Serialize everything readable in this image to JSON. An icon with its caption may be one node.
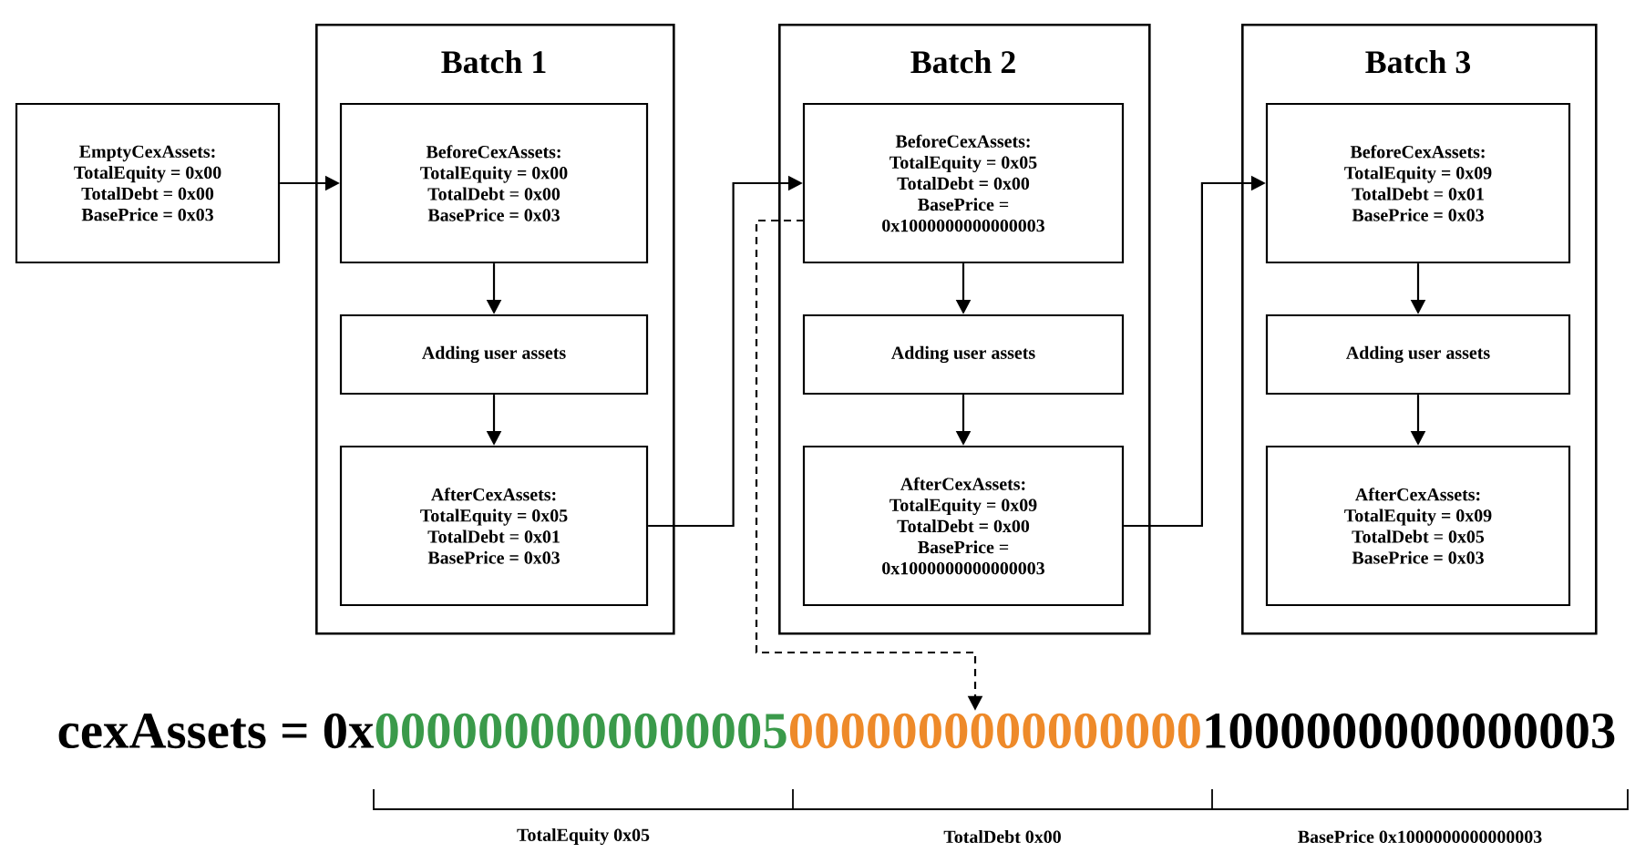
{
  "diagram": {
    "nodes": [
      {
        "text": [
          "EmptyCexAssets:",
          "TotalEquity = 0x00",
          "TotalDebt = 0x00",
          "BasePrice = 0x03"
        ]
      },
      {
        "text": [
          "Batch 1"
        ]
      },
      {
        "text": [
          "BeforeCexAssets:",
          "TotalEquity = 0x00",
          "TotalDebt = 0x00",
          "BasePrice = 0x03"
        ],
        "in": 1
      },
      {
        "text": [
          "Adding user assets"
        ],
        "in": 1
      },
      {
        "text": [
          "AfterCexAssets:",
          "TotalEquity = 0x05",
          "TotalDebt = 0x01",
          "BasePrice = 0x03"
        ],
        "in": 1
      },
      {
        "text": [
          "Batch 2"
        ]
      },
      {
        "text": [
          "BeforeCexAssets:",
          "TotalEquity = 0x05",
          "TotalDebt = 0x00",
          "BasePrice =",
          "0x1000000000000003"
        ],
        "in": 5
      },
      {
        "text": [
          "Adding user assets"
        ],
        "in": 5
      },
      {
        "text": [
          "AfterCexAssets:",
          "TotalEquity = 0x09",
          "TotalDebt = 0x00",
          "BasePrice =",
          "0x1000000000000003"
        ],
        "in": 5
      },
      {
        "text": [
          "Batch 3"
        ]
      },
      {
        "text": [
          "BeforeCexAssets:",
          "TotalEquity = 0x09",
          "TotalDebt = 0x01",
          "BasePrice = 0x03"
        ],
        "in": 9
      },
      {
        "text": [
          "Adding user assets"
        ],
        "in": 9
      },
      {
        "text": [
          "AfterCexAssets:",
          "TotalEquity = 0x09",
          "TotalDebt = 0x05",
          "BasePrice = 0x03"
        ],
        "in": 9
      },
      {
        "text": [
          "cexAssets = 0x",
          "0000000000000005",
          "0000000000000000",
          "1000000000000003"
        ]
      }
    ],
    "edges": [
      {
        "from": 0,
        "to": 2,
        "arrow": "to"
      },
      {
        "from": 2,
        "to": 3,
        "arrow": "to"
      },
      {
        "from": 3,
        "to": 4,
        "arrow": "to"
      },
      {
        "from": 4,
        "to": 6,
        "arrow": "to"
      },
      {
        "from": 6,
        "to": 7,
        "arrow": "to"
      },
      {
        "from": 7,
        "to": 8,
        "arrow": "to"
      },
      {
        "from": 8,
        "to": 10,
        "arrow": "to"
      },
      {
        "from": 10,
        "to": 11,
        "arrow": "to"
      },
      {
        "from": 11,
        "to": 12,
        "arrow": "to"
      },
      {
        "from": 6,
        "to": 13,
        "arrow": "to",
        "style": "dashed"
      }
    ],
    "labels": [
      "TotalEquity 0x05",
      "TotalDebt 0x00",
      "BasePrice 0x1000000000000003"
    ]
  }
}
